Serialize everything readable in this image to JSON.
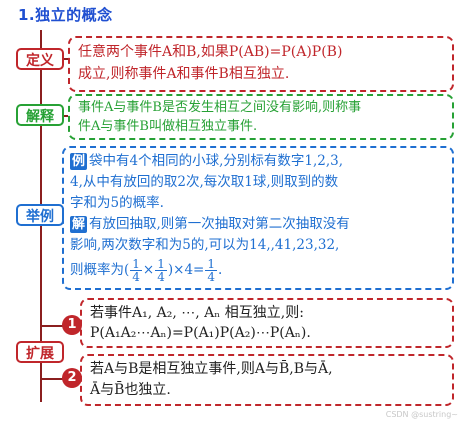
{
  "title": "1.独立的概念",
  "sections": {
    "definition": {
      "tag": "定义",
      "line1": "任意两个事件A和B,如果P(AB)=P(A)P(B)",
      "line2": "成立,则称事件A和事件B相互独立."
    },
    "explanation": {
      "tag": "解释",
      "line1": "事件A与事件B是否发生相互之间没有影响,则称事",
      "line2": "件A与事件B叫做相互独立事件."
    },
    "example": {
      "tag": "举例",
      "badge1": "例",
      "ex_line1": "袋中有4个相同的小球,分别标有数字1,2,3,",
      "ex_line2": "4,从中有放回的取2次,每次取1球,则取到的数",
      "ex_line3": "字和为5的概率.",
      "badge2": "解",
      "sol_line1": "有放回抽取,则第一次抽取对第二次抽取没有",
      "sol_line2": "影响,两次数字和为5的,可以为14,,41,23,32,",
      "sol_prefix": "则概率为(",
      "frac1_num": "1",
      "frac1_den": "4",
      "times": "×",
      "frac2_num": "1",
      "frac2_den": "4",
      "sol_mid": ")×4=",
      "frac3_num": "1",
      "frac3_den": "4",
      "sol_end": "."
    },
    "extension": {
      "tag": "扩展",
      "item1_no": "1",
      "item1_line1": "若事件A₁, A₂, ⋯, Aₙ 相互独立,则:",
      "item1_line2": "P(A₁A₂⋯Aₙ)=P(A₁)P(A₂)⋯P(Aₙ).",
      "item2_no": "2",
      "item2_line1": "若A与B是相互独立事件,则A与B̄,B与Ā,",
      "item2_line2": "Ā与B̄也独立."
    }
  },
  "watermark": "CSDN @sustring~",
  "colors": {
    "title": "#1f4fd1",
    "red": "#c0262b",
    "green": "#27a135",
    "blue": "#1f6fd1"
  }
}
